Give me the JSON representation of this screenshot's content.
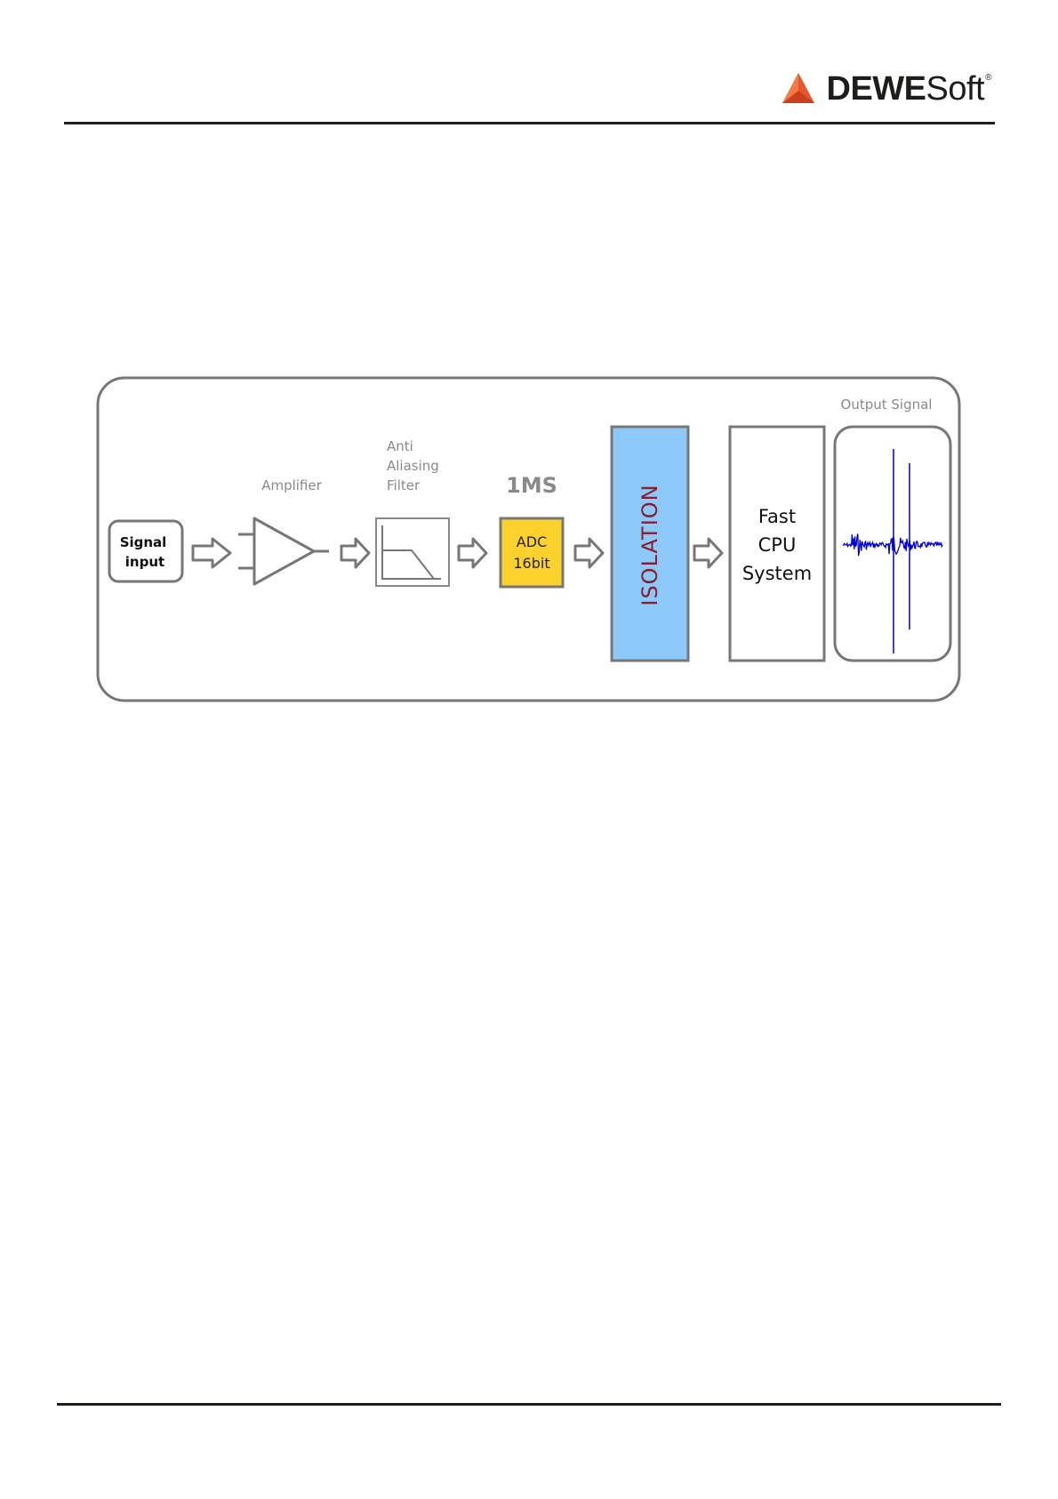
{
  "header": {
    "logo": {
      "brand_bold": "DEWE",
      "brand_regular": "Soft",
      "registered": "®"
    }
  },
  "diagram": {
    "colors": {
      "frame": "#777777",
      "adc_fill": "#fbd12c",
      "isolation_fill": "#8cc8f8",
      "isolation_text": "#8b1d2c",
      "signal": "#0000e0"
    },
    "signal_input": {
      "line1": "Signal",
      "line2": "input"
    },
    "amplifier": {
      "label": "Amplifier"
    },
    "filter": {
      "line1": "Anti",
      "line2": "Aliasing",
      "line3": "Filter"
    },
    "sample_rate": "1MS",
    "adc": {
      "line1": "ADC",
      "line2": "16bit"
    },
    "isolation": {
      "label": "ISOLATION"
    },
    "cpu": {
      "line1": "Fast",
      "line2": "CPU",
      "line3": "System"
    },
    "output": {
      "label": "Output Signal"
    }
  }
}
